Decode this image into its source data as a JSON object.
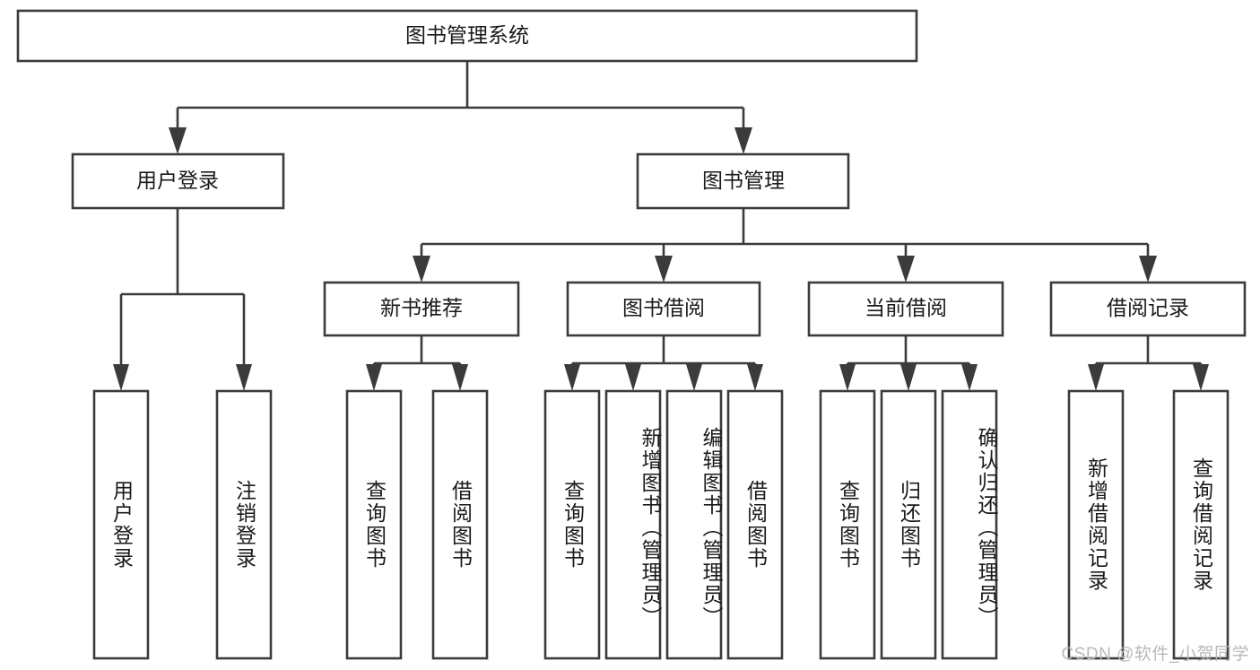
{
  "diagram": {
    "title": "图书管理系统 功能结构图",
    "type": "tree",
    "orientation": "top-down",
    "colors": {
      "box_stroke": "#3b3b3b",
      "box_fill": "#ffffff",
      "text": "#1a1a1a",
      "background": "#ffffff",
      "watermark": "#b9b9b9"
    }
  },
  "root": {
    "id": "root",
    "label": "图书管理系统"
  },
  "level2": [
    {
      "id": "user-login",
      "label": "用户登录"
    },
    {
      "id": "book-manage",
      "label": "图书管理"
    }
  ],
  "level3": [
    {
      "id": "new-book-recommend",
      "label": "新书推荐",
      "parent": "book-manage"
    },
    {
      "id": "book-borrow",
      "label": "图书借阅",
      "parent": "book-manage"
    },
    {
      "id": "current-borrow",
      "label": "当前借阅",
      "parent": "book-manage"
    },
    {
      "id": "borrow-record",
      "label": "借阅记录",
      "parent": "book-manage"
    }
  ],
  "leaves": [
    {
      "id": "leaf-user-login",
      "label": "用户登录",
      "parent": "user-login"
    },
    {
      "id": "leaf-user-logout",
      "label": "注销登录",
      "parent": "user-login"
    },
    {
      "id": "leaf-query-book-1",
      "label": "查询图书",
      "parent": "new-book-recommend"
    },
    {
      "id": "leaf-borrow-book-1",
      "label": "借阅图书",
      "parent": "new-book-recommend"
    },
    {
      "id": "leaf-query-book-2",
      "label": "查询图书",
      "parent": "book-borrow"
    },
    {
      "id": "leaf-add-book",
      "label": "新增图书（管理员）",
      "parent": "book-borrow"
    },
    {
      "id": "leaf-edit-book",
      "label": "编辑图书（管理员）",
      "parent": "book-borrow"
    },
    {
      "id": "leaf-borrow-book-2",
      "label": "借阅图书",
      "parent": "book-borrow"
    },
    {
      "id": "leaf-query-book-3",
      "label": "查询图书",
      "parent": "current-borrow"
    },
    {
      "id": "leaf-return-book",
      "label": "归还图书",
      "parent": "current-borrow"
    },
    {
      "id": "leaf-confirm-return",
      "label": "确认归还（管理员）",
      "parent": "current-borrow"
    },
    {
      "id": "leaf-add-record",
      "label": "新增借阅记录",
      "parent": "borrow-record"
    },
    {
      "id": "leaf-query-record",
      "label": "查询借阅记录",
      "parent": "borrow-record"
    }
  ],
  "watermark": {
    "text": "CSDN @软件_小贺同学"
  }
}
